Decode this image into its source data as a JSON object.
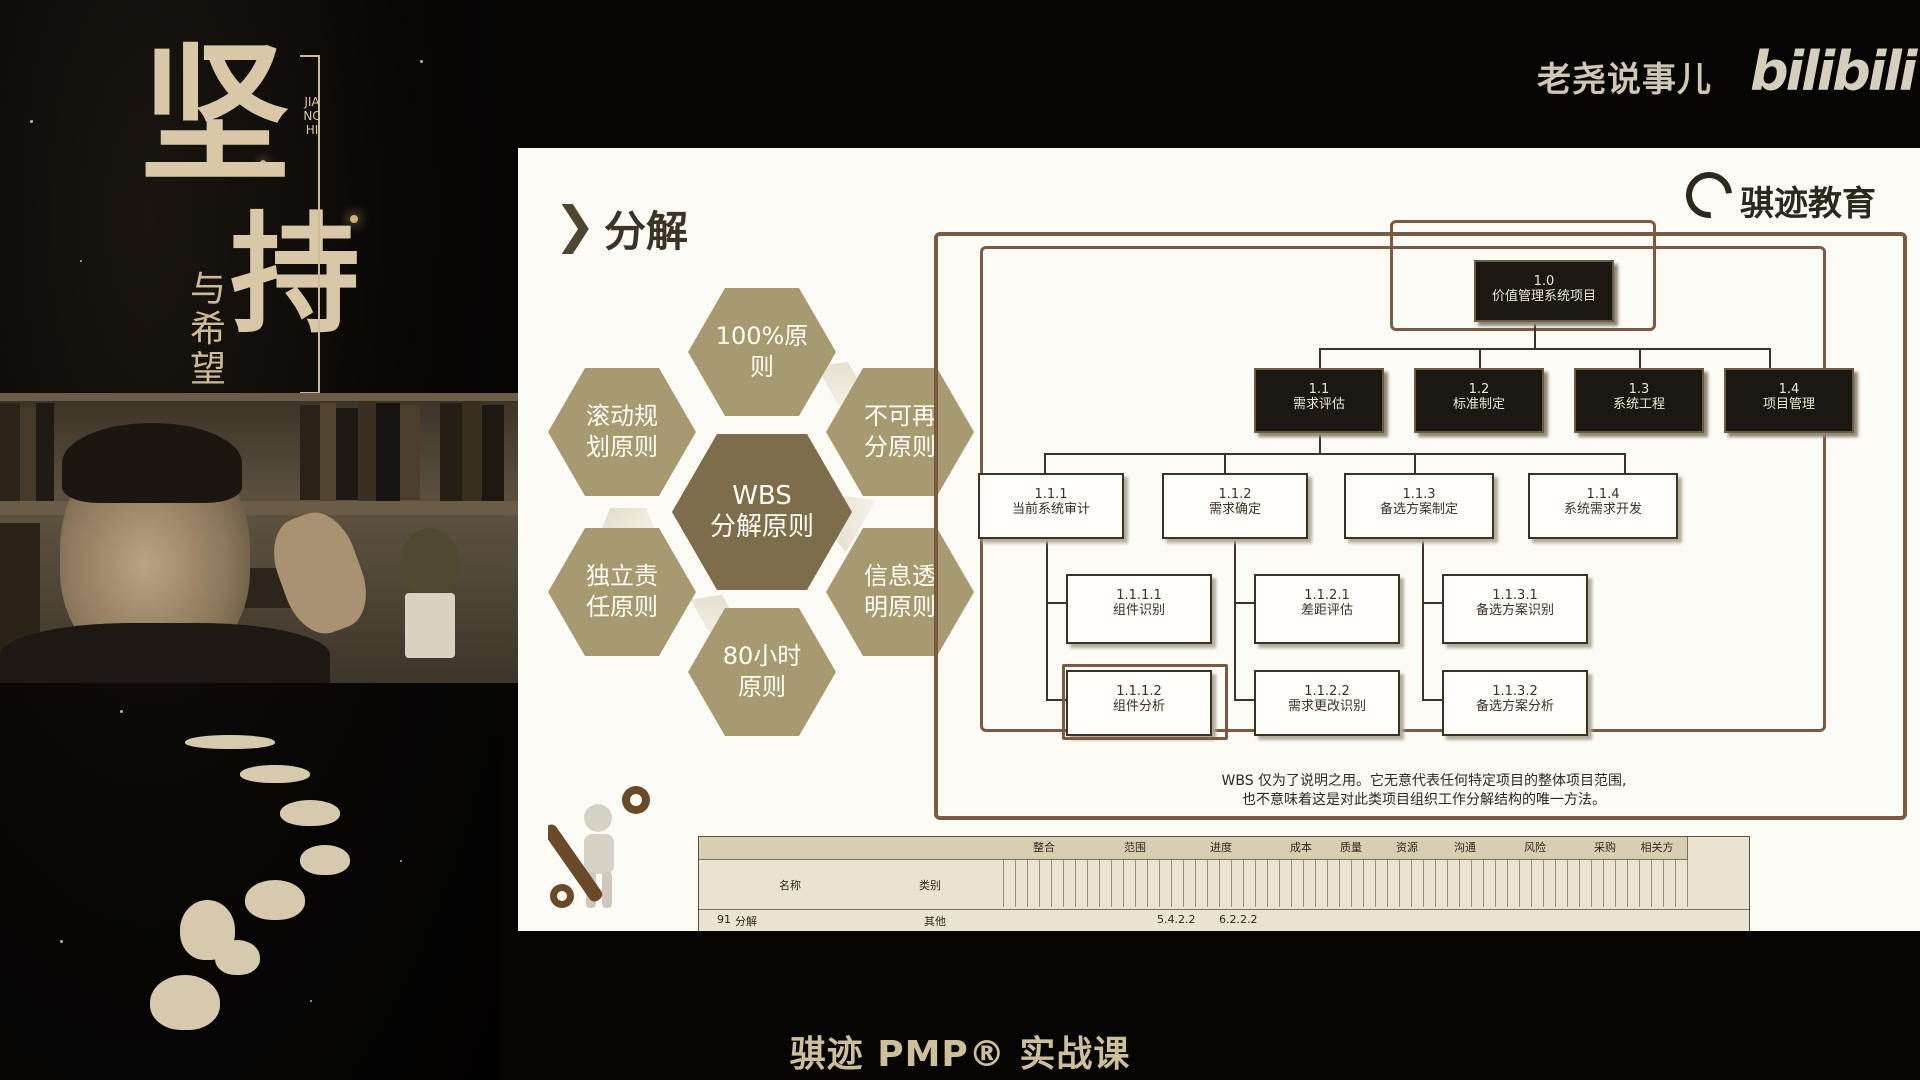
{
  "poster": {
    "calligraphy_main": "坚",
    "calligraphy_second": "持",
    "calligraphy_sub": "与希望",
    "pinyin": "JIANCHI"
  },
  "branding": {
    "channel_name": "老尧说事儿",
    "site_logo": "bilibili"
  },
  "slide": {
    "chevron": "❯",
    "title": "分解",
    "logo_text": "骐迹教育",
    "hexagons": {
      "center": "WBS\n分解原则",
      "top": "100%原\n则",
      "upper_right": "不可再\n分原则",
      "lower_right": "信息透\n明原则",
      "bottom": "80小时\n原则",
      "lower_left": "独立责\n任原则",
      "upper_left": "滚动规\n划原则"
    },
    "wbs": {
      "root": {
        "code": "1.0",
        "label": "价值管理系统项目"
      },
      "level1": [
        {
          "code": "1.1",
          "label": "需求评估"
        },
        {
          "code": "1.2",
          "label": "标准制定"
        },
        {
          "code": "1.3",
          "label": "系统工程"
        },
        {
          "code": "1.4",
          "label": "项目管理"
        }
      ],
      "level2": [
        {
          "code": "1.1.1",
          "label": "当前系统审计"
        },
        {
          "code": "1.1.2",
          "label": "需求确定"
        },
        {
          "code": "1.1.3",
          "label": "备选方案制定"
        },
        {
          "code": "1.1.4",
          "label": "系统需求开发"
        }
      ],
      "level3": [
        {
          "code": "1.1.1.1",
          "label": "组件识别"
        },
        {
          "code": "1.1.2.1",
          "label": "差距评估"
        },
        {
          "code": "1.1.3.1",
          "label": "备选方案识别"
        },
        {
          "code": "1.1.1.2",
          "label": "组件分析"
        },
        {
          "code": "1.1.2.2",
          "label": "需求更改识别"
        },
        {
          "code": "1.1.3.2",
          "label": "备选方案分析"
        }
      ],
      "note_line1": "WBS 仅为了说明之用。它无意代表任何特定项目的整体项目范围,",
      "note_line2": "也不意味着这是对此类项目组织工作分解结构的唯一方法。"
    },
    "sheet": {
      "groups": [
        "整合",
        "范围",
        "进度",
        "成本",
        "质量",
        "资源",
        "沟通",
        "风险",
        "采购",
        "相关方"
      ],
      "col_name": "名称",
      "col_type": "类别",
      "row": {
        "num": "91",
        "name": "分解",
        "type": "其他",
        "ref1": "5.4.2.2",
        "ref2": "6.2.2.2"
      }
    }
  },
  "caption": "骐迹 PMP® 实战课"
}
